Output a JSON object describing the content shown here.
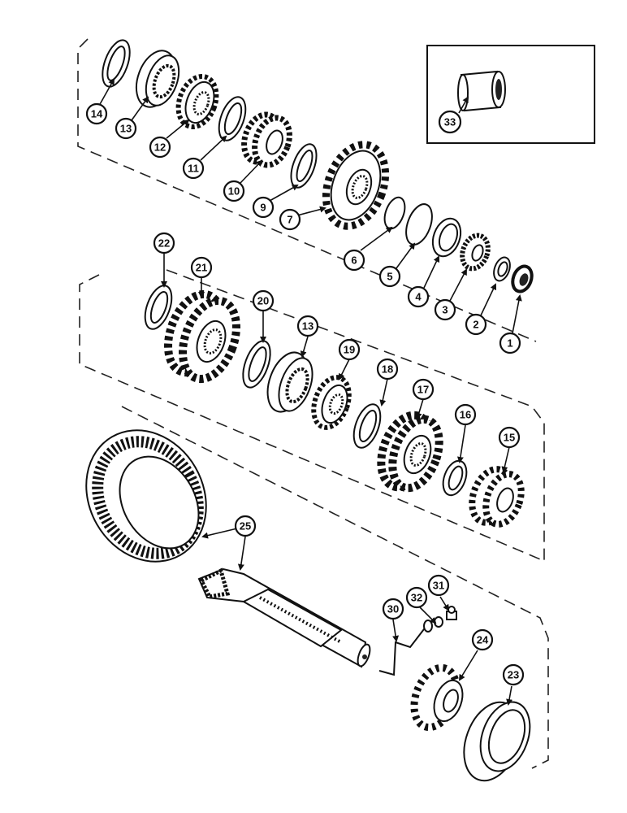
{
  "callouts": {
    "c1": "1",
    "c2": "2",
    "c3": "3",
    "c4": "4",
    "c5": "5",
    "c6": "6",
    "c7": "7",
    "c9": "9",
    "c10": "10",
    "c11": "11",
    "c12": "12",
    "c13a": "13",
    "c13b": "13",
    "c14": "14",
    "c15": "15",
    "c16": "16",
    "c17": "17",
    "c18": "18",
    "c19": "19",
    "c20": "20",
    "c21": "21",
    "c22": "22",
    "c23": "23",
    "c24": "24",
    "c25": "25",
    "c30": "30",
    "c31": "31",
    "c32": "32",
    "c33": "33"
  }
}
